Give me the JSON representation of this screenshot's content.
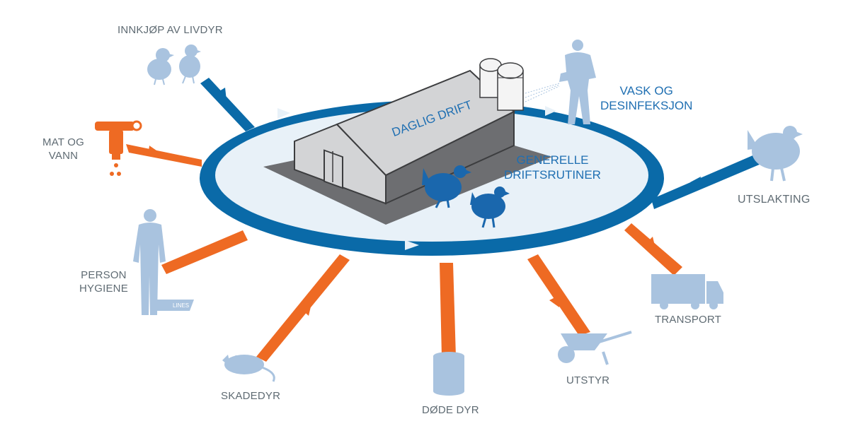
{
  "labels": {
    "innkjop": "INNKJØP AV LIVDYR",
    "mat_og_vann": [
      "MAT OG",
      "VANN"
    ],
    "person_hygiene": [
      "PERSON",
      "HYGIENE"
    ],
    "skadedyr": "SKADEDYR",
    "dode_dyr": "DØDE DYR",
    "utstyr": "UTSTYR",
    "transport": "TRANSPORT",
    "utslakting": "UTSLAKTING",
    "vask": [
      "VASK OG",
      "DESINFEKSJON"
    ],
    "daglig_drift": "DAGLIG DRIFT",
    "generelle": [
      "GENERELLE",
      "DRIFTSRUTINER"
    ],
    "boot_brand": "LINES"
  },
  "colors": {
    "ring_blue": "#0a6aa8",
    "inner_fill": "#e8f1f8",
    "orange": "#ee6a23",
    "silhouette": "#a9c3df",
    "hen_blue": "#1a67ad",
    "barn_gray": "#d3d4d6",
    "barn_dark": "#6d6e71",
    "text_gray": "#5f6b73",
    "text_blue": "#1f6fb2"
  }
}
